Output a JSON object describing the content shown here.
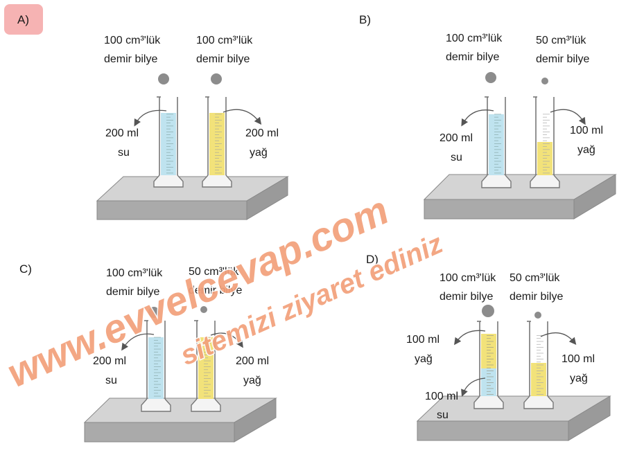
{
  "panels": [
    {
      "id": "A",
      "label": "A)",
      "label_highlight": "#f6b3b3",
      "ball_left": "100 cm³'lük",
      "ball_left_sub": "demir bilye",
      "ball_right": "100 cm³'lük",
      "ball_right_sub": "demir bilye",
      "left_liquid": "200 ml",
      "left_liquid_name": "su",
      "right_liquid": "200 ml",
      "right_liquid_name": "yağ"
    },
    {
      "id": "B",
      "label": "B)",
      "ball_left": "100 cm³'lük",
      "ball_left_sub": "demir bilye",
      "ball_right": "50 cm³'lük",
      "ball_right_sub": "demir bilye",
      "left_liquid": "200 ml",
      "left_liquid_name": "su",
      "right_liquid": "100 ml",
      "right_liquid_name": "yağ"
    },
    {
      "id": "C",
      "label": "C)",
      "ball_left": "100 cm³'lük",
      "ball_left_sub": "demir bilye",
      "ball_right": "50 cm³'lük",
      "ball_right_sub": "demir bilye",
      "left_liquid": "200 ml",
      "left_liquid_name": "su",
      "right_liquid": "200 ml",
      "right_liquid_name": "yağ"
    },
    {
      "id": "D",
      "label": "D)",
      "ball_left": "100 cm³'lük",
      "ball_left_sub": "demir bilye",
      "ball_right": "50 cm³'lük",
      "ball_right_sub": "demir bilye",
      "left_top_liquid": "100 ml",
      "left_top_liquid_name": "yağ",
      "left_bottom_liquid": "100 ml",
      "left_bottom_liquid_name": "su",
      "right_liquid": "100 ml",
      "right_liquid_name": "yağ"
    }
  ],
  "watermark": {
    "line1": "www.evvelcevap.com",
    "line2": "sitemizi ziyaret ediniz"
  },
  "colors": {
    "water": "#bfe3ef",
    "oil": "#f2e27a",
    "table_top": "#d4d4d4",
    "table_side": "#a9a9a9",
    "ball": "#8c8c8c"
  }
}
